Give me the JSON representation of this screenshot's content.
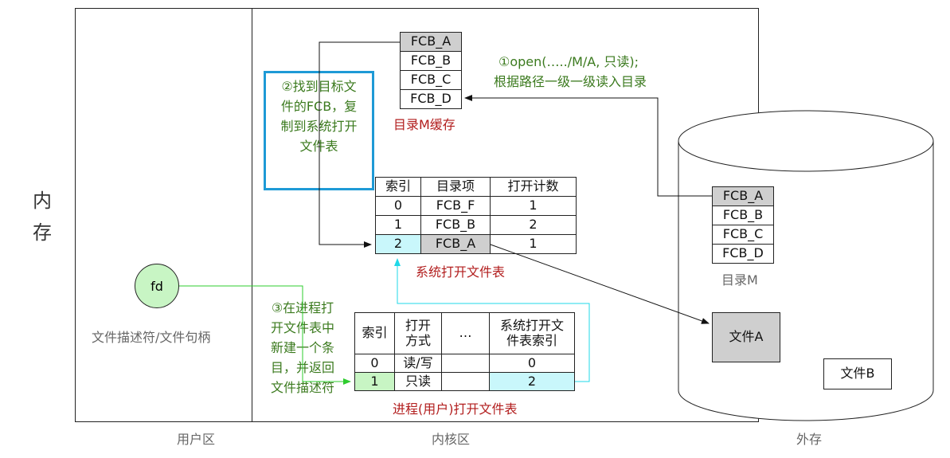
{
  "regions": {
    "memory_label": "内\n存",
    "user_area": "用户区",
    "kernel_area": "内核区",
    "external_storage": "外存"
  },
  "dir_cache": {
    "label": "目录M缓存",
    "entries": [
      "FCB_A",
      "FCB_B",
      "FCB_C",
      "FCB_D"
    ]
  },
  "step1": {
    "line1": "①open(…../M/A, 只读);",
    "line2": "根据路径一级一级读入目录"
  },
  "step2": {
    "lines": [
      "②找到目标文",
      "件的FCB，复",
      "制到系统打开",
      "文件表"
    ]
  },
  "step3": {
    "lines": [
      "③在进程打",
      "开文件表中",
      "新建一个条",
      "目，并返回",
      "文件描述符"
    ]
  },
  "system_open_file_table": {
    "label": "系统打开文件表",
    "headers": [
      "索引",
      "目录项",
      "打开计数"
    ],
    "rows": [
      [
        "0",
        "FCB_F",
        "1"
      ],
      [
        "1",
        "FCB_B",
        "2"
      ],
      [
        "2",
        "FCB_A",
        "1"
      ]
    ]
  },
  "process_open_file_table": {
    "label": "进程(用户)打开文件表",
    "headers": [
      "索引",
      "打开\n方式",
      "…",
      "系统打开文\n件表索引"
    ],
    "rows": [
      [
        "0",
        "读/写",
        "",
        "0"
      ],
      [
        "1",
        "只读",
        "",
        "2"
      ]
    ]
  },
  "fd": {
    "label": "fd",
    "caption": "文件描述符/文件句柄"
  },
  "disk": {
    "dir_label": "目录M",
    "dir_entries": [
      "FCB_A",
      "FCB_B",
      "FCB_C",
      "FCB_D"
    ],
    "file_a": "文件A",
    "file_b": "文件B"
  },
  "colors": {
    "green_text": "#3b7a1e",
    "red_text": "#b21d1d",
    "highlight_blue": "#1e9ad6",
    "cyan_fill": "#c9f7fb",
    "green_fill": "#c8f5c4",
    "grey_fill": "#cfcfcf"
  }
}
